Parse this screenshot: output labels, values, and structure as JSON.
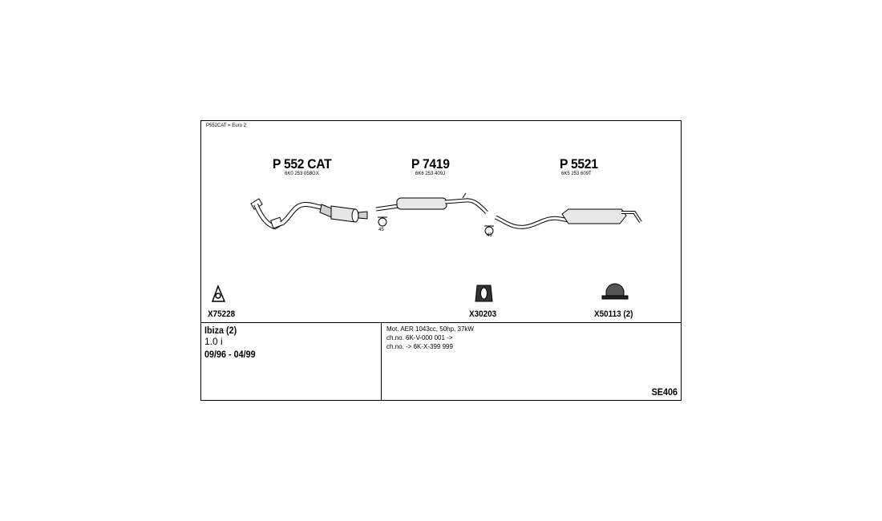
{
  "note": "P552CAT = Euro 2",
  "parts": [
    {
      "title": "P 552 CAT",
      "code": "6K0 253 058GX"
    },
    {
      "title": "P 7419",
      "code": "6K6 253 409J"
    },
    {
      "title": "P 5521",
      "code": "6K5 253 609T"
    }
  ],
  "clamp_qty": [
    "45",
    "45"
  ],
  "accessories": [
    "X75228",
    "X30203",
    "X50113 (2)"
  ],
  "vehicle": {
    "name": "Ibiza (2)",
    "engine": "1.0 i",
    "years": "09/96 - 04/99"
  },
  "specs": [
    "Mot. AER 1043cc, 50hp, 37kW",
    "ch.no. 6K-V-000 001 ->",
    "ch.no. -> 6K-X-399 999"
  ],
  "diagram_code": "SE406"
}
